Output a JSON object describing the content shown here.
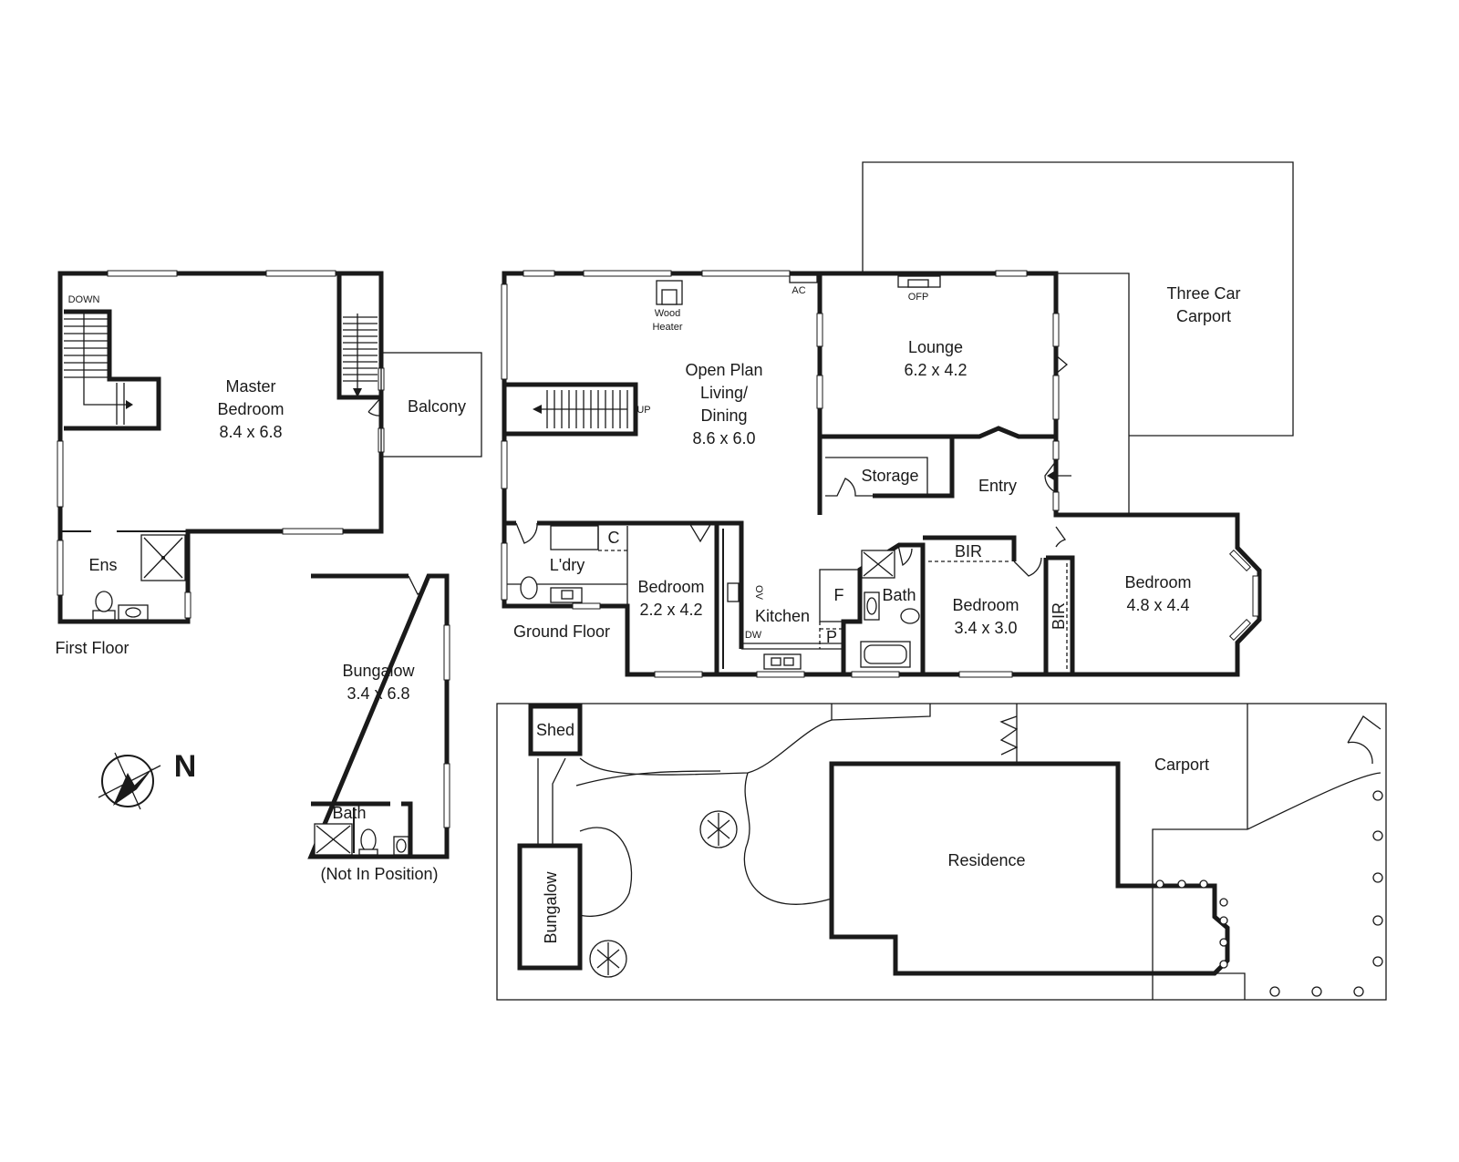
{
  "first_floor": {
    "title": "First Floor",
    "master_bedroom": {
      "name_line1": "Master",
      "name_line2": "Bedroom",
      "size": "8.4 x 6.8"
    },
    "balcony": "Balcony",
    "ensuite": "Ens",
    "stair_label": "DOWN"
  },
  "ground_floor": {
    "title": "Ground Floor",
    "living": {
      "line1": "Open Plan",
      "line2": "Living/",
      "line3": "Dining",
      "size": "8.6 x 6.0"
    },
    "wood_heater": {
      "line1": "Wood",
      "line2": "Heater"
    },
    "ac": "AC",
    "stair_label": "UP",
    "lounge": {
      "name": "Lounge",
      "size": "6.2 x 4.2"
    },
    "ofp": "OFP",
    "carport": {
      "line1": "Three Car",
      "line2": "Carport"
    },
    "storage": "Storage",
    "entry": "Entry",
    "laundry": "L'dry",
    "cupboard": "C",
    "bedroom_small": {
      "name": "Bedroom",
      "size": "2.2 x 4.2"
    },
    "kitchen": "Kitchen",
    "oven": "OV",
    "dishwasher": "DW",
    "fridge": "F",
    "pantry": "P",
    "bath": "Bath",
    "bedroom_mid": {
      "name": "Bedroom",
      "size": "3.4 x 3.0"
    },
    "bir_1": "BIR",
    "bir_2": "BIR",
    "bedroom_large": {
      "name": "Bedroom",
      "size": "4.8 x 4.4"
    }
  },
  "bungalow": {
    "name": "Bungalow",
    "size": "3.4 x 6.8",
    "bath": "Bath",
    "note": "(Not In Position)"
  },
  "compass": {
    "label": "N"
  },
  "site": {
    "shed": "Shed",
    "bungalow": "Bungalow",
    "residence": "Residence",
    "carport": "Carport"
  }
}
